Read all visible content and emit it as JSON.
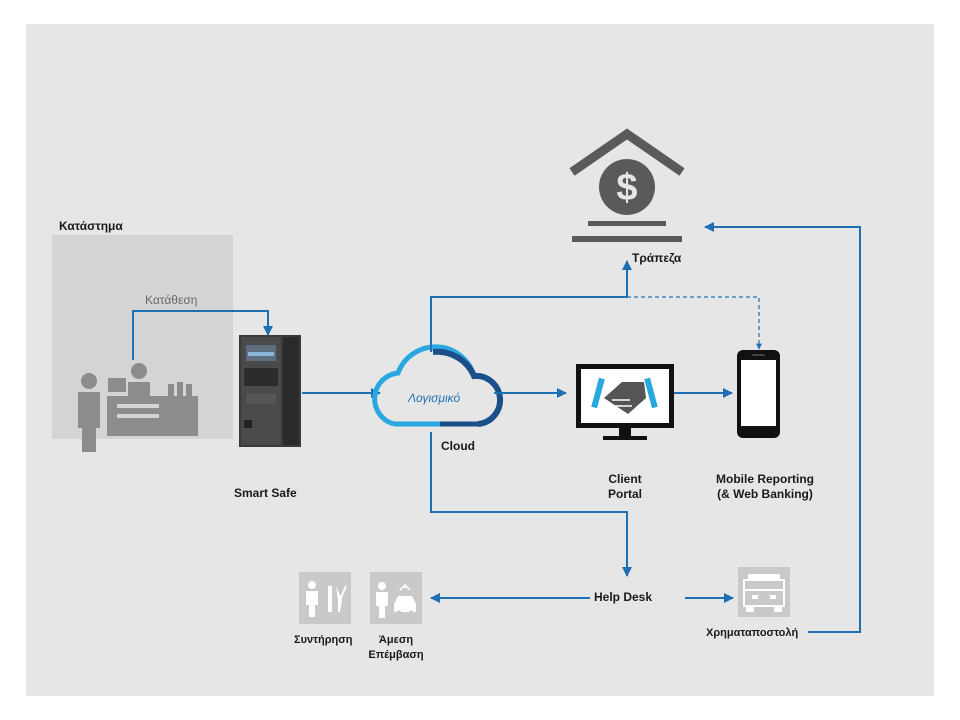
{
  "labels": {
    "store": "Κατάστημα",
    "deposit": "Κατάθεση",
    "smart_safe": "Smart Safe",
    "software": "Λογισμικό",
    "cloud": "Cloud",
    "bank": "Τράπεζα",
    "client_portal_1": "Client",
    "client_portal_2": "Portal",
    "mobile_1": "Mobile Reporting",
    "mobile_2": "(& Web Banking)",
    "help_desk": "Help Desk",
    "maintenance": "Συντήρηση",
    "response_1": "Άμεση",
    "response_2": "Επέμβαση",
    "cash_transport": "Χρηματαποστολή"
  },
  "colors": {
    "background": "#e6e6e6",
    "arrow": "#1f6fb5",
    "cloud_dark": "#1b4f8a",
    "cloud_light": "#29a8e0",
    "icon_gray": "#5a5a5a"
  }
}
